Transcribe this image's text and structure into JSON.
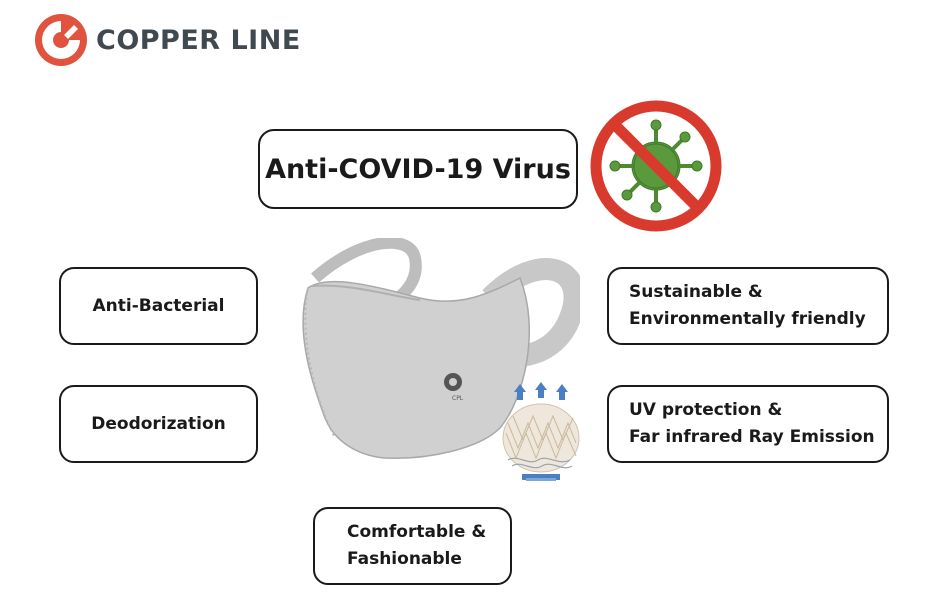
{
  "brand": {
    "name": "COPPER LINE",
    "logo_icon": "copper-line-logo-icon",
    "colors": {
      "logo_accent": "#e0533f",
      "logo_text": "#404850"
    }
  },
  "headline": "Anti-COVID-19 Virus",
  "icons": {
    "no_virus": "no-virus-icon",
    "mask": "face-mask-image",
    "fabric": "fabric-layer-icon"
  },
  "features": {
    "anti_bacterial": "Anti-Bacterial",
    "deodorization": "Deodorization",
    "sustainable": [
      "Sustainable &",
      "Environmentally friendly"
    ],
    "uv": [
      "UV protection &",
      "Far infrared Ray Emission"
    ],
    "comfortable": [
      "Comfortable &",
      "Fashionable"
    ]
  },
  "colors": {
    "prohibit_red": "#d93a2e",
    "virus_green": "#5a9a3c",
    "mask_gray": "#cfcfcf"
  }
}
